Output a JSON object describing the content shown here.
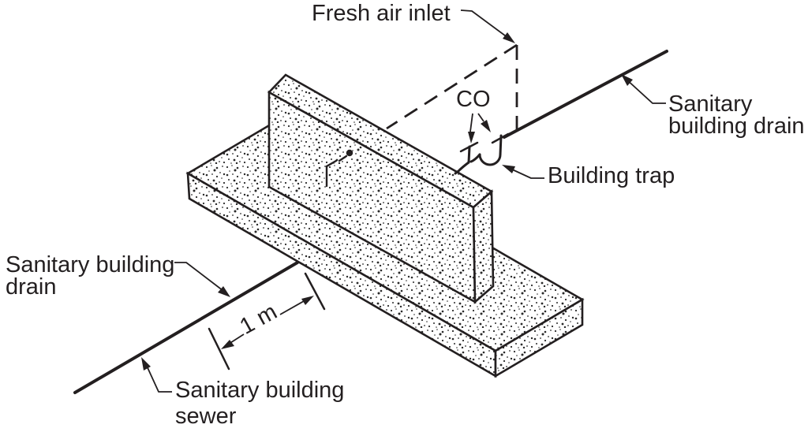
{
  "diagram": {
    "background": "#ffffff",
    "line_color": "#231f20",
    "labels": {
      "fresh_air_inlet": "Fresh air inlet",
      "co": "CO",
      "san_drain_right_1": "Sanitary",
      "san_drain_right_2": "building drain",
      "building_trap": "Building trap",
      "san_drain_left_1": "Sanitary building",
      "san_drain_left_2": "drain",
      "dimension": "1 m",
      "sewer_1": "Sanitary building",
      "sewer_2": "sewer"
    }
  }
}
